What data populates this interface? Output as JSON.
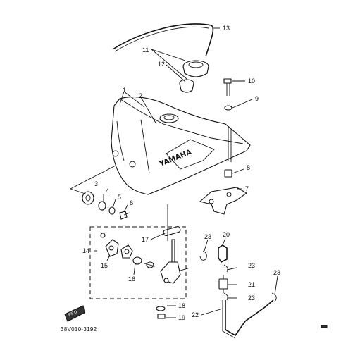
{
  "diagram": {
    "catalog_code": "38V010-3192",
    "brand_text": "YAMAHA",
    "tag_text": "FRD",
    "callouts": [
      {
        "id": "c1",
        "label": "1"
      },
      {
        "id": "c2",
        "label": "2"
      },
      {
        "id": "c3",
        "label": "3"
      },
      {
        "id": "c4",
        "label": "4"
      },
      {
        "id": "c5",
        "label": "5"
      },
      {
        "id": "c6",
        "label": "6"
      },
      {
        "id": "c7",
        "label": "7"
      },
      {
        "id": "c8",
        "label": "8"
      },
      {
        "id": "c9",
        "label": "9"
      },
      {
        "id": "c10",
        "label": "10"
      },
      {
        "id": "c11",
        "label": "11"
      },
      {
        "id": "c12",
        "label": "12"
      },
      {
        "id": "c13",
        "label": "13"
      },
      {
        "id": "c14",
        "label": "14"
      },
      {
        "id": "c15",
        "label": "15"
      },
      {
        "id": "c16",
        "label": "16"
      },
      {
        "id": "c17",
        "label": "17"
      },
      {
        "id": "c18",
        "label": "18"
      },
      {
        "id": "c19",
        "label": "19"
      },
      {
        "id": "c20",
        "label": "20"
      },
      {
        "id": "c21",
        "label": "21"
      },
      {
        "id": "c22",
        "label": "22"
      },
      {
        "id": "c23a",
        "label": "23"
      },
      {
        "id": "c23b",
        "label": "23"
      },
      {
        "id": "c23c",
        "label": "23"
      },
      {
        "id": "c23d",
        "label": "23"
      }
    ]
  }
}
